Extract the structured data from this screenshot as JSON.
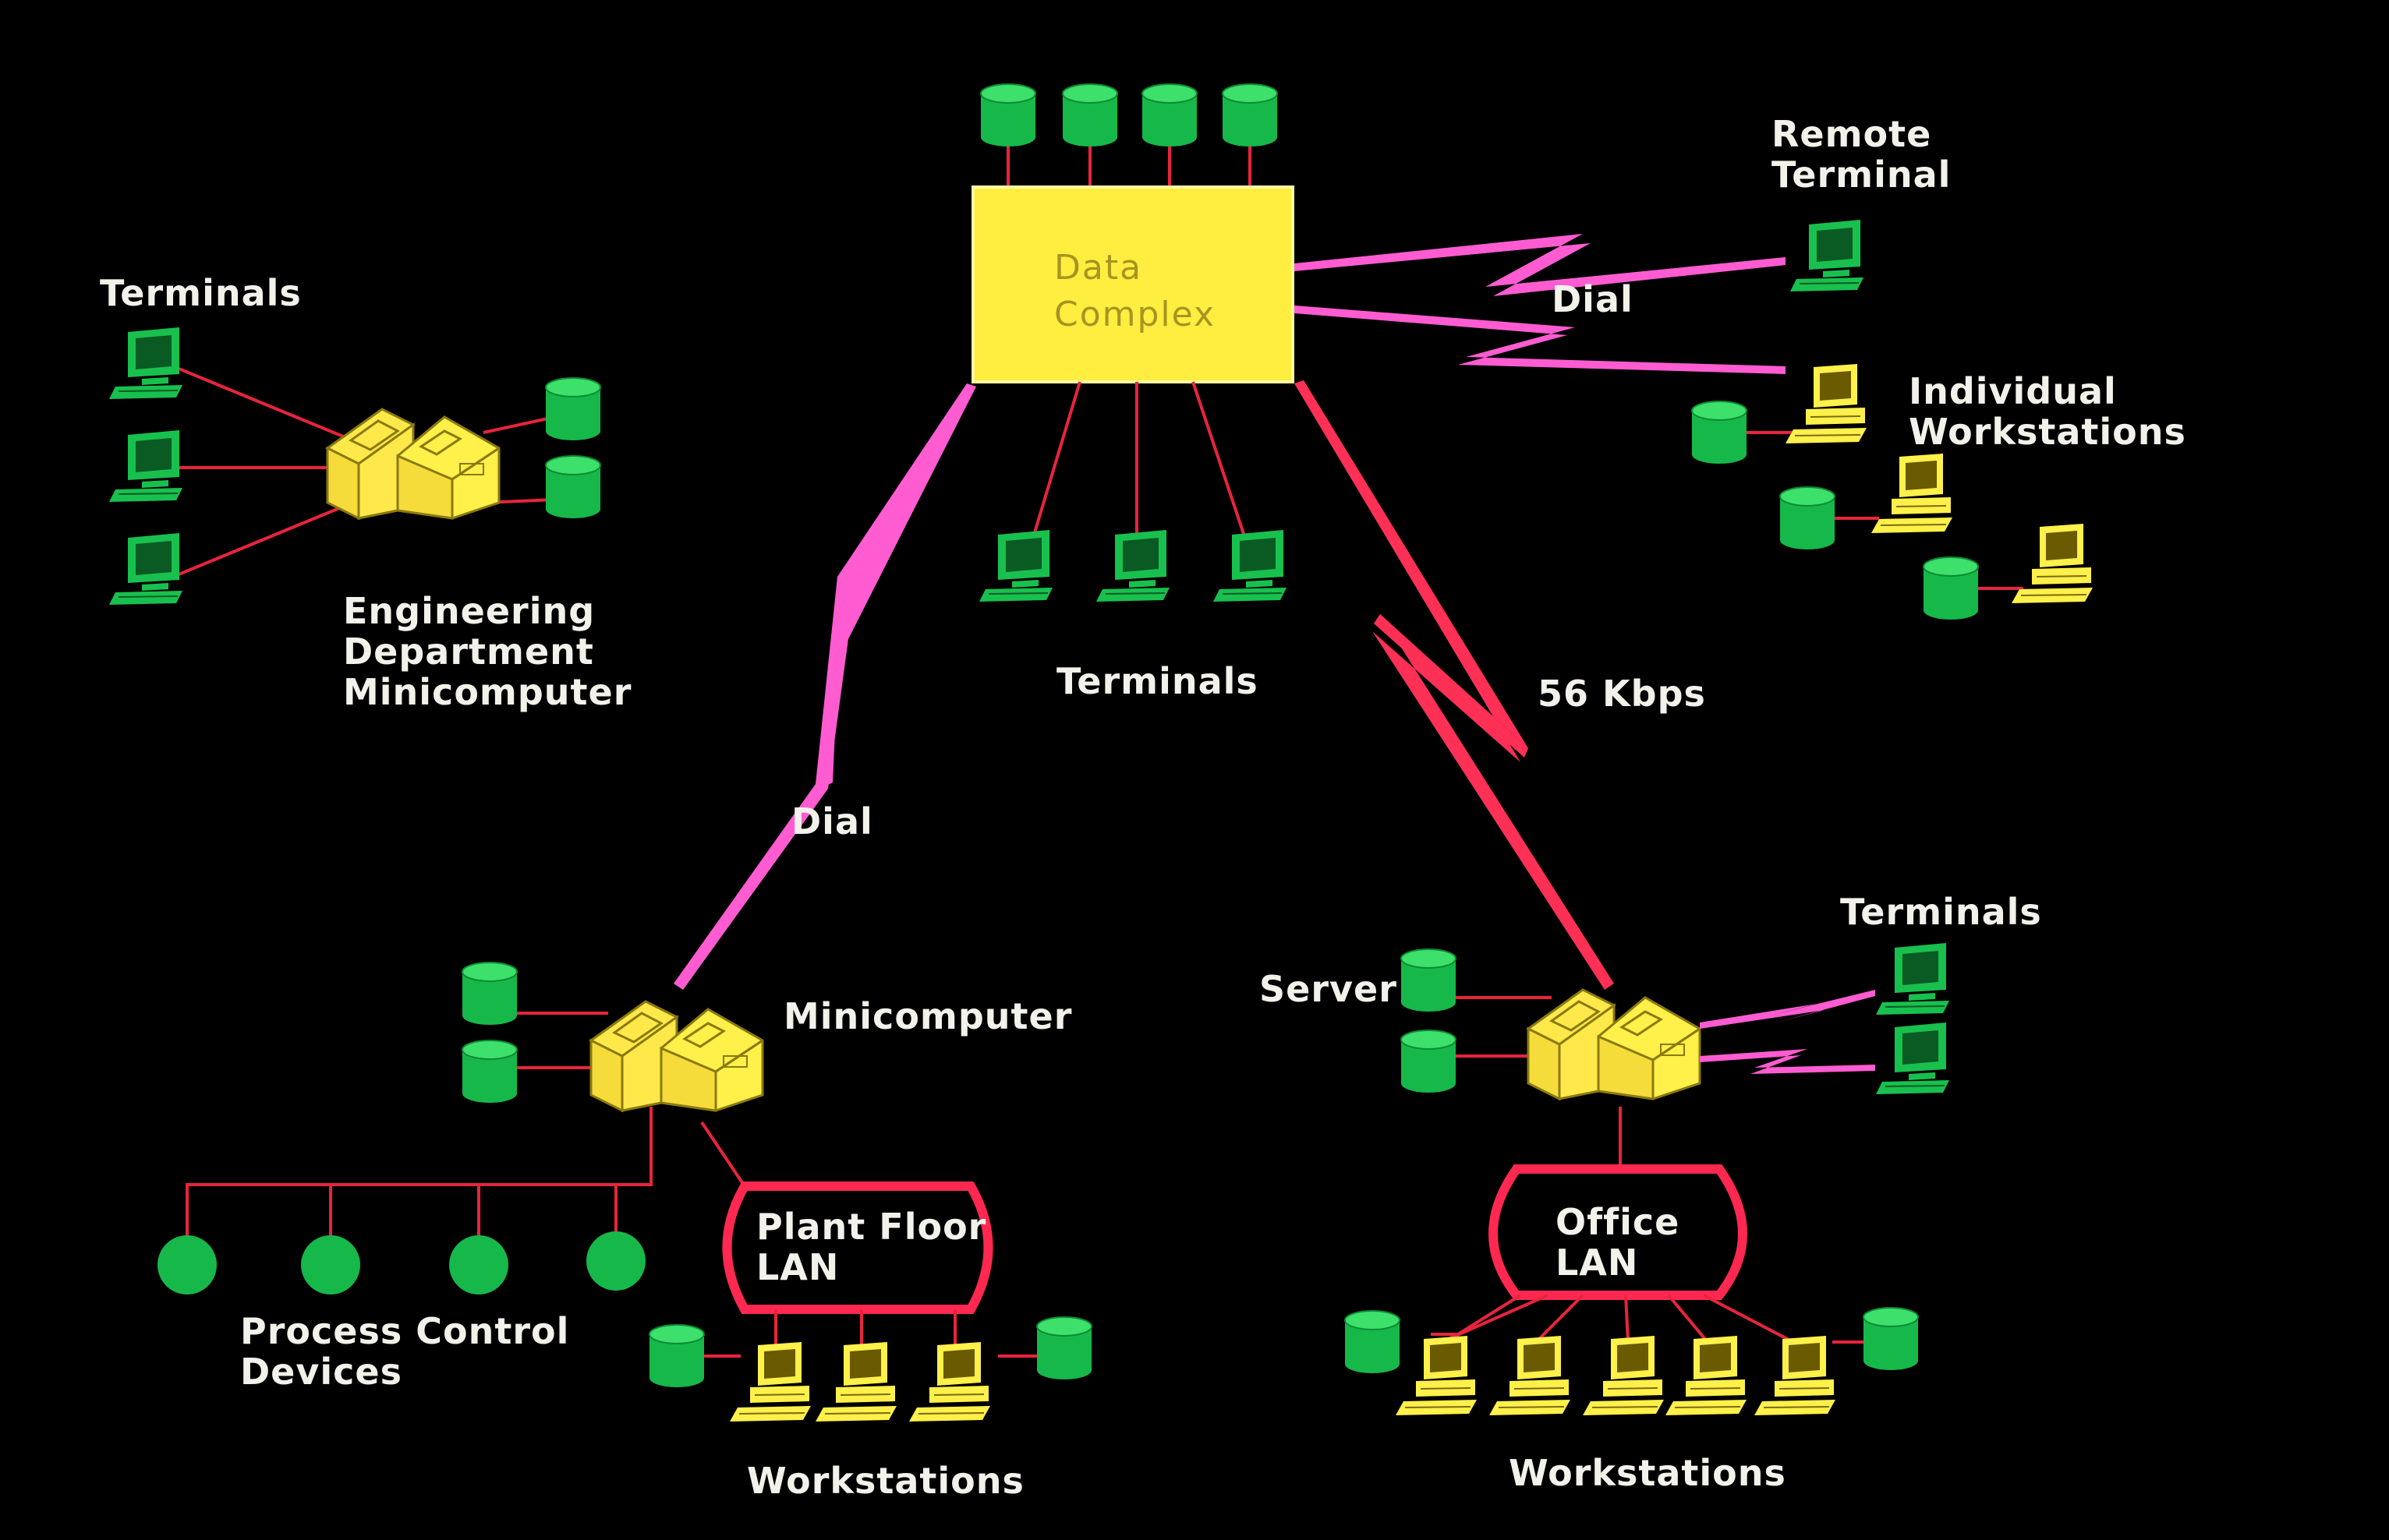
{
  "labels": {
    "data_complex_line1": "Data",
    "data_complex_line2": "Complex",
    "remote_terminal_line1": "Remote",
    "remote_terminal_line2": "Terminal",
    "dial_top": "Dial",
    "individual_ws_line1": "Individual",
    "individual_ws_line2": "Workstations",
    "terminals_left": "Terminals",
    "engineering_line1": "Engineering",
    "engineering_line2": "Department",
    "engineering_line3": "Minicomputer",
    "terminals_center": "Terminals",
    "kbps": "56 Kbps",
    "dial_left": "Dial",
    "minicomputer": "Minicomputer",
    "plant_lan_line1": "Plant  Floor",
    "plant_lan_line2": "LAN",
    "process_line1": "Process  Control",
    "process_line2": "Devices",
    "workstations_left": "Workstations",
    "server": "Server",
    "terminals_right": "Terminals",
    "office_lan_line1": "Office",
    "office_lan_line2": "LAN",
    "workstations_right": "Workstations"
  },
  "colors": {
    "background": "#000000",
    "computer_yellow": "#fff04a",
    "disk_green": "#16b84a",
    "terminal_green": "#18c04e",
    "wire_red": "#e8243c",
    "dial_pink": "#ff5cd2",
    "link_red": "#ff3056",
    "label_white": "#f2f2ea"
  }
}
